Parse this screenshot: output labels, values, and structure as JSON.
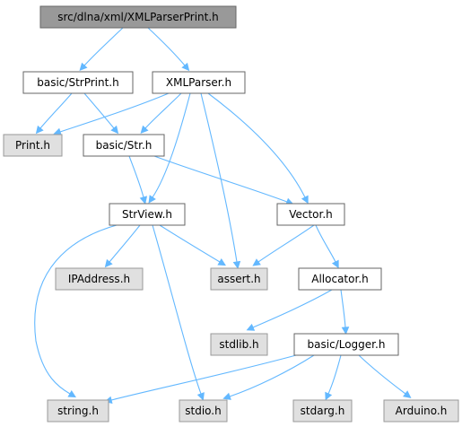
{
  "graph": {
    "nodes": [
      {
        "id": "root",
        "label": "src/dlna/xml/XMLParserPrint.h",
        "kind": "root"
      },
      {
        "id": "strprint",
        "label": "basic/StrPrint.h",
        "kind": "local"
      },
      {
        "id": "xmlparser",
        "label": "XMLParser.h",
        "kind": "local"
      },
      {
        "id": "print",
        "label": "Print.h",
        "kind": "system"
      },
      {
        "id": "str",
        "label": "basic/Str.h",
        "kind": "local"
      },
      {
        "id": "strview",
        "label": "StrView.h",
        "kind": "local"
      },
      {
        "id": "vector",
        "label": "Vector.h",
        "kind": "local"
      },
      {
        "id": "ipaddress",
        "label": "IPAddress.h",
        "kind": "system"
      },
      {
        "id": "assert",
        "label": "assert.h",
        "kind": "system"
      },
      {
        "id": "allocator",
        "label": "Allocator.h",
        "kind": "local"
      },
      {
        "id": "stdlib",
        "label": "stdlib.h",
        "kind": "system"
      },
      {
        "id": "logger",
        "label": "basic/Logger.h",
        "kind": "local"
      },
      {
        "id": "string",
        "label": "string.h",
        "kind": "system"
      },
      {
        "id": "stdio",
        "label": "stdio.h",
        "kind": "system"
      },
      {
        "id": "stdarg",
        "label": "stdarg.h",
        "kind": "system"
      },
      {
        "id": "arduino",
        "label": "Arduino.h",
        "kind": "system"
      }
    ],
    "edges": [
      {
        "from": "root",
        "to": "strprint"
      },
      {
        "from": "root",
        "to": "xmlparser"
      },
      {
        "from": "strprint",
        "to": "print"
      },
      {
        "from": "strprint",
        "to": "str"
      },
      {
        "from": "xmlparser",
        "to": "print"
      },
      {
        "from": "xmlparser",
        "to": "str"
      },
      {
        "from": "xmlparser",
        "to": "strview"
      },
      {
        "from": "xmlparser",
        "to": "vector"
      },
      {
        "from": "xmlparser",
        "to": "assert"
      },
      {
        "from": "str",
        "to": "strview"
      },
      {
        "from": "str",
        "to": "vector"
      },
      {
        "from": "strview",
        "to": "ipaddress"
      },
      {
        "from": "strview",
        "to": "assert"
      },
      {
        "from": "strview",
        "to": "string"
      },
      {
        "from": "strview",
        "to": "stdio"
      },
      {
        "from": "vector",
        "to": "assert"
      },
      {
        "from": "vector",
        "to": "allocator"
      },
      {
        "from": "allocator",
        "to": "stdlib"
      },
      {
        "from": "allocator",
        "to": "logger"
      },
      {
        "from": "logger",
        "to": "string"
      },
      {
        "from": "logger",
        "to": "stdio"
      },
      {
        "from": "logger",
        "to": "stdarg"
      },
      {
        "from": "logger",
        "to": "arduino"
      }
    ]
  },
  "colors": {
    "edge": "#63b8ff",
    "root_fill": "#999999",
    "local_fill": "#ffffff",
    "system_fill": "#e0e0e0",
    "border": "#666666",
    "system_border": "#999999"
  }
}
